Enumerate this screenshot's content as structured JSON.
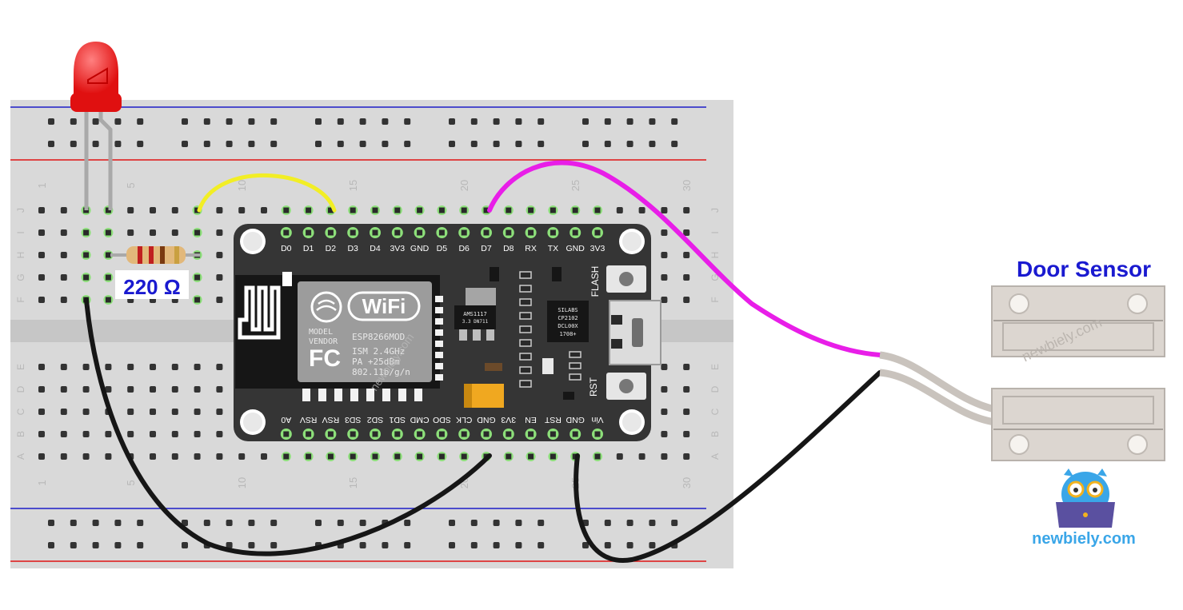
{
  "breadboard": {
    "column_labels": [
      "1",
      "5",
      "10",
      "15",
      "20",
      "25",
      "30"
    ],
    "rows_top": [
      "J",
      "I",
      "H",
      "G",
      "F"
    ],
    "rows_bottom": [
      "E",
      "D",
      "C",
      "B",
      "A"
    ]
  },
  "resistor": {
    "label": "220 Ω"
  },
  "module": {
    "top_pins": [
      "D0",
      "D1",
      "D2",
      "D3",
      "D4",
      "3V3",
      "GND",
      "D5",
      "D6",
      "D7",
      "D8",
      "RX",
      "TX",
      "GND",
      "3V3"
    ],
    "bottom_pins": [
      "A0",
      "RSV",
      "RSV",
      "SD3",
      "SD2",
      "SD1",
      "CMD",
      "SDO",
      "CLK",
      "GND",
      "3V3",
      "EN",
      "RST",
      "GND",
      "Vin"
    ],
    "wifi_text": "WiFi",
    "chip_lines": [
      "MODEL",
      "VENDOR",
      "ESP8266MOD",
      "ISM 2.4GHz",
      "PA  +25dBm",
      "802.11b/g/n"
    ],
    "usb_chip_lines": [
      "SILABS",
      "CP2102",
      "DCL00X",
      "1708+"
    ],
    "regulator_lines": [
      "AMS1117",
      "3.3  DN711"
    ],
    "flash_label": "FLASH",
    "rst_label": "RST"
  },
  "sensor": {
    "title": "Door Sensor",
    "watermark": "newbiely.com"
  },
  "brand": {
    "text": "newbiely.com"
  },
  "colors": {
    "breadboard": "#d9d9d9",
    "rail_red": "#e01414",
    "rail_blue": "#1e1ec8",
    "wire_yellow": "#f2ee25",
    "wire_magenta": "#e81ee8",
    "wire_black": "#161616",
    "board": "#353535",
    "label_blue": "#1a1ad0",
    "brand_blue": "#3aa6e8"
  }
}
